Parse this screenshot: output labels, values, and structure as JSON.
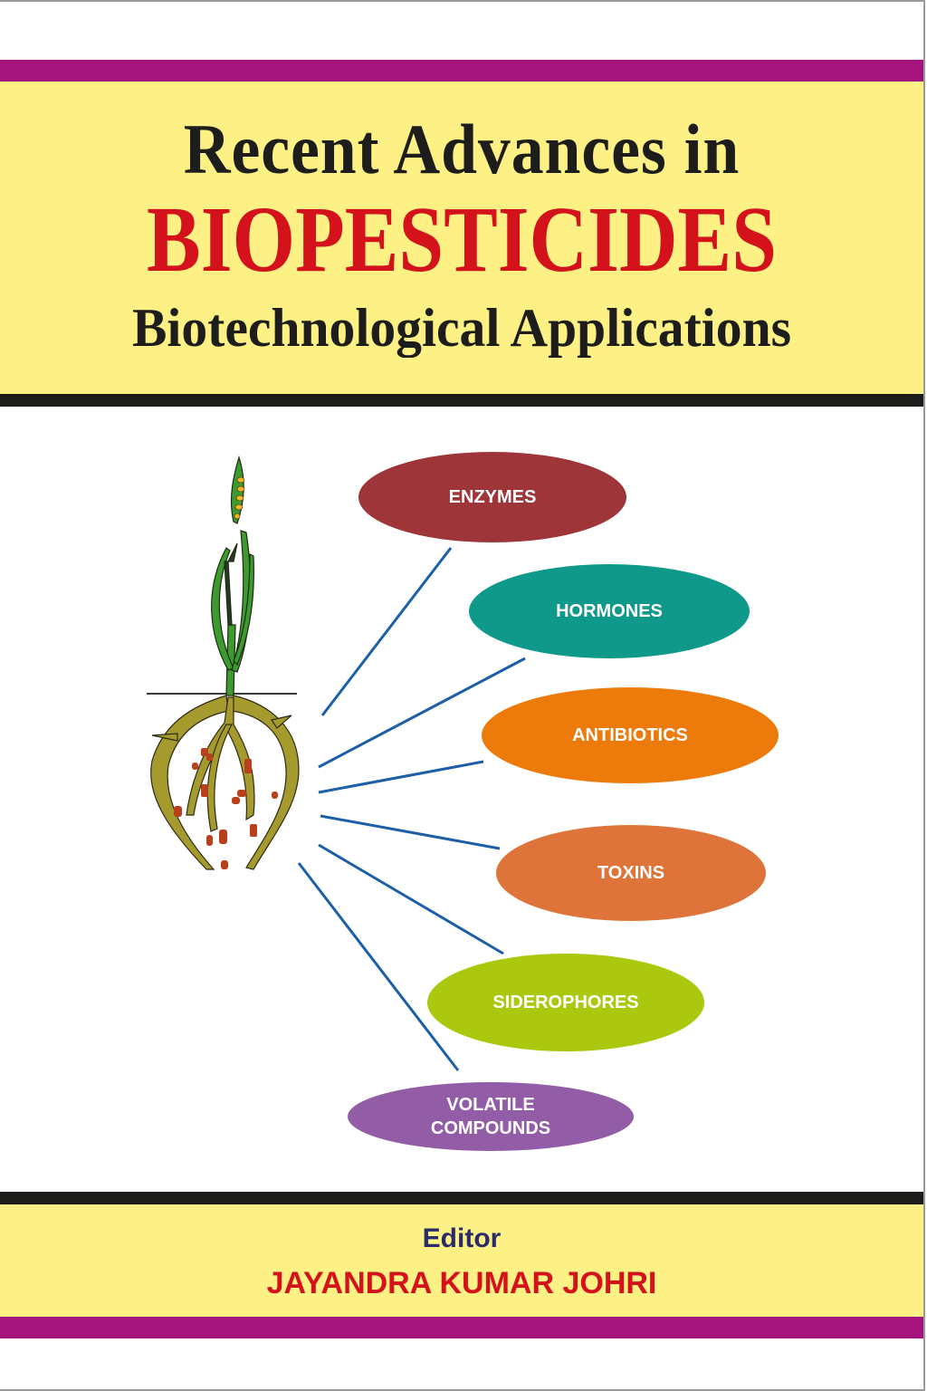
{
  "cover": {
    "title_line1": "Recent Advances in",
    "title_line2": "BIOPESTICIDES",
    "subtitle": "Biotechnological Applications",
    "editor_label": "Editor",
    "editor_name": "JAYANDRA KUMAR JOHRI"
  },
  "colors": {
    "band_purple": "#a3157c",
    "band_yellow": "#fdf084",
    "band_black": "#1c1c1a",
    "title_red": "#d3121c",
    "editor_label_navy": "#2b2a6b",
    "connector_blue": "#1c5fa8"
  },
  "diagram": {
    "illustration": "wheat-plant-with-roots-and-soil-microbes",
    "nodes": [
      {
        "label": "ENZYMES",
        "color": "#9e3538"
      },
      {
        "label": "HORMONES",
        "color": "#0f998a"
      },
      {
        "label": "ANTIBIOTICS",
        "color": "#ec7b0c"
      },
      {
        "label": "TOXINS",
        "color": "#df743a"
      },
      {
        "label": "SIDEROPHORES",
        "color": "#abc80e"
      },
      {
        "label": "VOLATILE\nCOMPOUNDS",
        "color": "#935ca6"
      }
    ]
  }
}
